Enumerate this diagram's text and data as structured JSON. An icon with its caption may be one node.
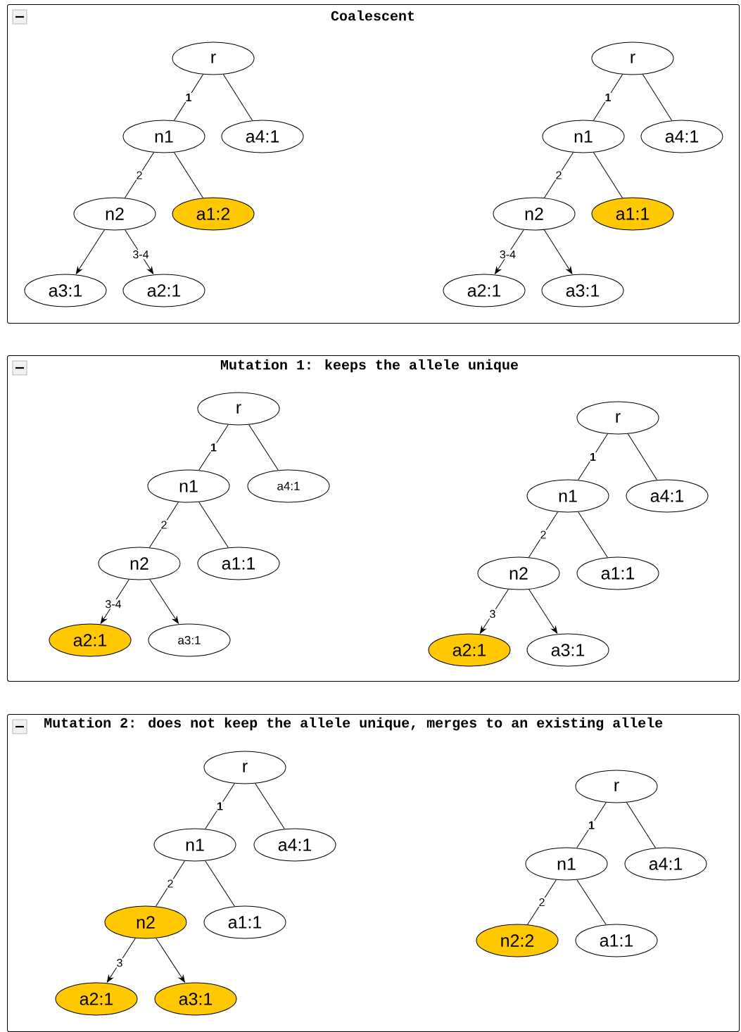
{
  "diagram": {
    "nodes": [
      {
        "text": [
          "Coalescent"
        ]
      },
      {
        "text": [
          "r"
        ],
        "in": 0
      },
      {
        "text": [
          "n1"
        ],
        "in": 0
      },
      {
        "text": [
          "a4:1"
        ],
        "in": 0
      },
      {
        "text": [
          "n2"
        ],
        "in": 0
      },
      {
        "text": [
          "a1:2"
        ],
        "in": 0
      },
      {
        "text": [
          "a3:1"
        ],
        "in": 0
      },
      {
        "text": [
          "a2:1"
        ],
        "in": 0
      },
      {
        "text": [
          "r"
        ],
        "in": 0
      },
      {
        "text": [
          "n1"
        ],
        "in": 0
      },
      {
        "text": [
          "a4:1"
        ],
        "in": 0
      },
      {
        "text": [
          "n2"
        ],
        "in": 0
      },
      {
        "text": [
          "a1:1"
        ],
        "in": 0
      },
      {
        "text": [
          "a2:1"
        ],
        "in": 0
      },
      {
        "text": [
          "a3:1"
        ],
        "in": 0
      },
      {
        "text": [
          "Mutation 1: keeps the allele unique"
        ]
      },
      {
        "text": [
          "r"
        ],
        "in": 15
      },
      {
        "text": [
          "n1"
        ],
        "in": 15
      },
      {
        "text": [
          "a4:1"
        ],
        "in": 15
      },
      {
        "text": [
          "n2"
        ],
        "in": 15
      },
      {
        "text": [
          "a1:1"
        ],
        "in": 15
      },
      {
        "text": [
          "a2:1"
        ],
        "in": 15
      },
      {
        "text": [
          "a3:1"
        ],
        "in": 15
      },
      {
        "text": [
          "r"
        ],
        "in": 15
      },
      {
        "text": [
          "n1"
        ],
        "in": 15
      },
      {
        "text": [
          "a4:1"
        ],
        "in": 15
      },
      {
        "text": [
          "n2"
        ],
        "in": 15
      },
      {
        "text": [
          "a1:1"
        ],
        "in": 15
      },
      {
        "text": [
          "a2:1"
        ],
        "in": 15
      },
      {
        "text": [
          "a3:1"
        ],
        "in": 15
      },
      {
        "text": [
          "Mutation 2: does not keep the allele unique, merges to an existing allele"
        ]
      },
      {
        "text": [
          "r"
        ],
        "in": 30
      },
      {
        "text": [
          "n1"
        ],
        "in": 30
      },
      {
        "text": [
          "a4:1"
        ],
        "in": 30
      },
      {
        "text": [
          "n2"
        ],
        "in": 30
      },
      {
        "text": [
          "a1:1"
        ],
        "in": 30
      },
      {
        "text": [
          "a2:1"
        ],
        "in": 30
      },
      {
        "text": [
          "a3:1"
        ],
        "in": 30
      },
      {
        "text": [
          "r"
        ],
        "in": 30
      },
      {
        "text": [
          "n1"
        ],
        "in": 30
      },
      {
        "text": [
          "a4:1"
        ],
        "in": 30
      },
      {
        "text": [
          "n2:2"
        ],
        "in": 30
      },
      {
        "text": [
          "a1:1"
        ],
        "in": 30
      }
    ],
    "edges": [
      {
        "from": 1,
        "to": 2,
        "arrow": "none",
        "label": "1"
      },
      {
        "from": 1,
        "to": 3,
        "arrow": "none"
      },
      {
        "from": 2,
        "to": 4,
        "arrow": "none",
        "label": "2"
      },
      {
        "from": 2,
        "to": 5,
        "arrow": "none"
      },
      {
        "from": 4,
        "to": 6,
        "arrow": "to"
      },
      {
        "from": 4,
        "to": 7,
        "arrow": "to",
        "label": "3-4"
      },
      {
        "from": 8,
        "to": 9,
        "arrow": "none",
        "label": "1"
      },
      {
        "from": 8,
        "to": 10,
        "arrow": "none"
      },
      {
        "from": 9,
        "to": 11,
        "arrow": "none",
        "label": "2"
      },
      {
        "from": 9,
        "to": 12,
        "arrow": "none"
      },
      {
        "from": 11,
        "to": 13,
        "arrow": "to",
        "label": "3-4"
      },
      {
        "from": 11,
        "to": 14,
        "arrow": "to"
      },
      {
        "from": 16,
        "to": 17,
        "arrow": "none",
        "label": "1"
      },
      {
        "from": 16,
        "to": 18,
        "arrow": "none"
      },
      {
        "from": 17,
        "to": 19,
        "arrow": "none",
        "label": "2"
      },
      {
        "from": 17,
        "to": 20,
        "arrow": "none"
      },
      {
        "from": 19,
        "to": 21,
        "arrow": "to",
        "label": "3-4"
      },
      {
        "from": 19,
        "to": 22,
        "arrow": "to"
      },
      {
        "from": 23,
        "to": 24,
        "arrow": "none",
        "label": "1"
      },
      {
        "from": 23,
        "to": 25,
        "arrow": "none"
      },
      {
        "from": 24,
        "to": 26,
        "arrow": "none",
        "label": "2"
      },
      {
        "from": 24,
        "to": 27,
        "arrow": "none"
      },
      {
        "from": 26,
        "to": 28,
        "arrow": "to",
        "label": "3"
      },
      {
        "from": 26,
        "to": 29,
        "arrow": "to"
      },
      {
        "from": 31,
        "to": 32,
        "arrow": "none",
        "label": "1"
      },
      {
        "from": 31,
        "to": 33,
        "arrow": "none"
      },
      {
        "from": 32,
        "to": 34,
        "arrow": "none",
        "label": "2"
      },
      {
        "from": 32,
        "to": 35,
        "arrow": "none"
      },
      {
        "from": 34,
        "to": 36,
        "arrow": "to",
        "label": "3"
      },
      {
        "from": 34,
        "to": 37,
        "arrow": "to"
      },
      {
        "from": 38,
        "to": 39,
        "arrow": "none",
        "label": "1"
      },
      {
        "from": 38,
        "to": 40,
        "arrow": "none"
      },
      {
        "from": 39,
        "to": 41,
        "arrow": "none",
        "label": "2"
      },
      {
        "from": 39,
        "to": 42,
        "arrow": "none"
      }
    ]
  }
}
